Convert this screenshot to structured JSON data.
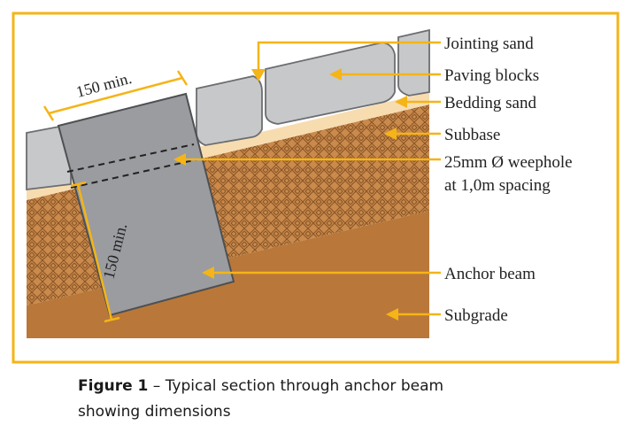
{
  "labels": {
    "jointing_sand": "Jointing sand",
    "paving_blocks": "Paving blocks",
    "bedding_sand": "Bedding sand",
    "subbase": "Subbase",
    "weephole_line1": "25mm Ø weephole",
    "weephole_line2": "at 1,0m spacing",
    "anchor_beam": "Anchor beam",
    "subgrade": "Subgrade"
  },
  "dimensions": {
    "top": "150 min.",
    "side": "150 min."
  },
  "caption": {
    "figure_number": "Figure 1",
    "separator": " – ",
    "text_line1": "Typical section through anchor beam",
    "text_line2": "showing dimensions"
  },
  "colors": {
    "frame": "#f5b417",
    "arrow": "#f5b417",
    "paving_block": "#c7c8ca",
    "bedding_sand": "#f7dcb0",
    "subbase": "#c98a4c",
    "subgrade": "#b97839",
    "anchor_beam": "#9a9c9f"
  }
}
